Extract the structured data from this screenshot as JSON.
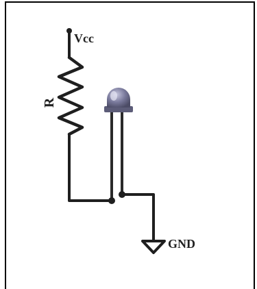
{
  "diagram": {
    "labels": {
      "supply": "Vcc",
      "resistor": "R",
      "ground": "GND"
    },
    "colors": {
      "wire": "#1f1f1f",
      "led_body": "#6a6a8a",
      "led_highlight": "#c9c9e0",
      "led_leads": "#9a9a9a",
      "background": "#ffffff"
    }
  }
}
